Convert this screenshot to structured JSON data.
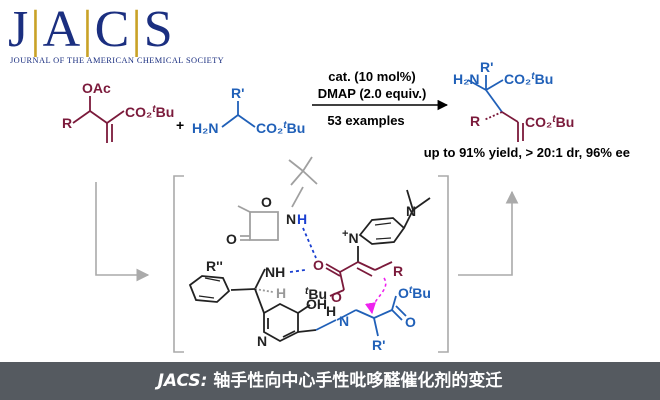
{
  "logo": {
    "letters": [
      "J",
      "A",
      "C",
      "S"
    ],
    "subtitle": "JOURNAL OF THE AMERICAN CHEMICAL SOCIETY"
  },
  "reaction": {
    "reactant1": {
      "oac": "OAc",
      "ester": "CO₂",
      "tbu": "Bu",
      "t": "t",
      "r": "R"
    },
    "plus": "+",
    "reactant2": {
      "rprime": "R'",
      "h2n": "H₂N",
      "ester": "CO₂",
      "tbu": "Bu",
      "t": "t"
    },
    "conditions": [
      "cat. (10 mol%)",
      "DMAP (2.0 equiv.)",
      "53 examples"
    ],
    "product": {
      "h2n": "H₂N",
      "rprime": "R'",
      "ester_top": "CO₂",
      "ester_bottom": "CO₂",
      "tbu": "Bu",
      "t": "t",
      "r": "R"
    },
    "result": "up to 91% yield, > 20:1 dr, 96% ee"
  },
  "ts": {
    "nh_top": "N",
    "h_top": "H",
    "o1": "O",
    "o2": "O",
    "nh_mid": "NH",
    "rdouble": "R''",
    "h_mid": "H",
    "o_ester": "O",
    "tbu_ester": "Bu",
    "t": "t",
    "oh": "OH",
    "h_oh": "H",
    "n_pyr": "N",
    "n_imine": "N",
    "n_plus": "N",
    "plus": "+",
    "nme": "N",
    "r": "R",
    "otbu": "O",
    "tbu2": "Bu",
    "o_imine_ester": "O",
    "rprime": "R'"
  },
  "caption": {
    "jacs": "JACS:",
    "text": " 轴手性向中心手性吡哆醛催化剂的变迁"
  }
}
